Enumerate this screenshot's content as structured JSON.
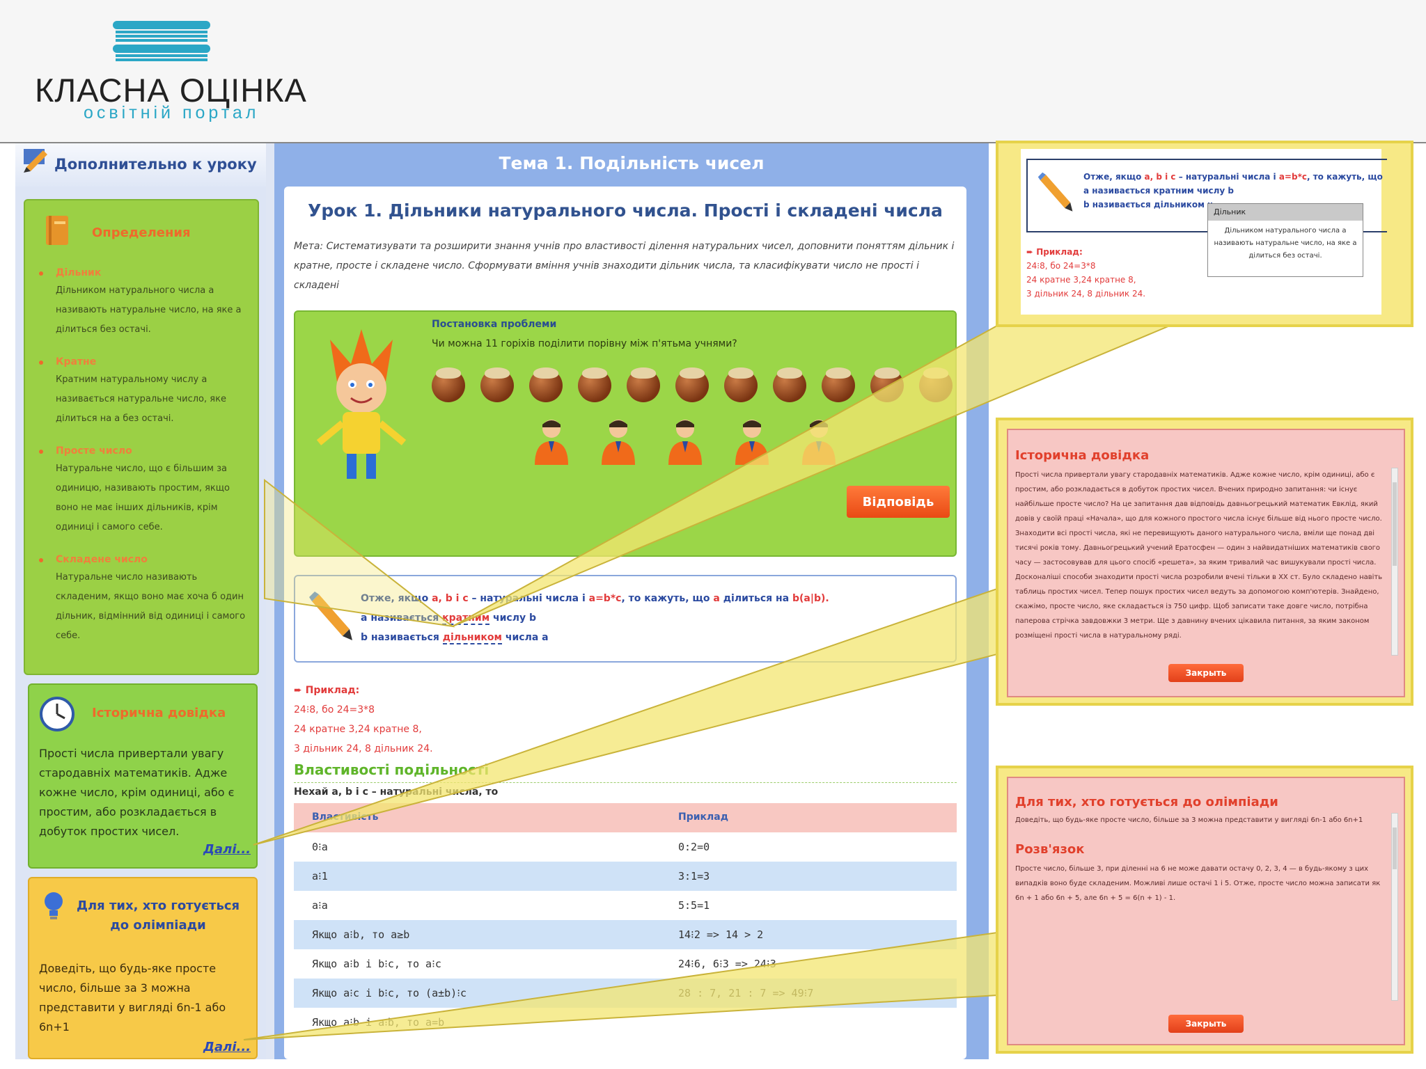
{
  "logo": {
    "title": "КЛАСНА ОЦІНКА",
    "subtitle": "освітній портал"
  },
  "sidebar": {
    "title": "Дополнительно к уроку",
    "definitions": {
      "title": "Определения",
      "items": [
        {
          "term": "Дільник",
          "text": "Дільником натурального числа а називають натуральне число, на яке а ділиться без остачі."
        },
        {
          "term": "Кратне",
          "text": "Кратним натуральному числу а називається натуральне число, яке ділиться на а без остачі."
        },
        {
          "term": "Просте число",
          "text": "Натуральне число, що є більшим за одиницю, називають простим, якщо воно не має інших дільників, крім одиниці і самого себе."
        },
        {
          "term": "Складене число",
          "text": "Натуральне число називають складеним, якщо воно має хоча б один дільник, відмінний від одиниці і самого себе."
        }
      ]
    },
    "history": {
      "title": "Історична довідка",
      "text": "Прості числа привертали увагу стародавніх математиків. Адже кожне число, крім одиниці, або є простим, або розкладається в добуток простих чисел.",
      "more": "Далі..."
    },
    "olympiad": {
      "title": "Для тих, хто готується до олімпіади",
      "text": "Доведіть, що будь-яке просте число, більше за 3 можна представити у вигляді 6n-1 або 6n+1",
      "more": "Далі..."
    }
  },
  "main": {
    "theme": "Тема 1. Подільність чисел",
    "lesson_title": "Урок 1. Дільники натурального числа. Прості і складені числа",
    "goal": "Мета: Систематизувати та розширити знання учнів про властивості ділення натуральних чисел, доповнити поняттям дільник і кратне, просте і складене число. Сформувати вміння учнів знаходити дільник числа, та класифікувати число не прості і складені",
    "problem": {
      "title": "Постановка проблеми",
      "question": "Чи можна 11 горіхів поділити порівну між п'ятьма учнями?",
      "answer_button": "Відповідь",
      "nuts": 11,
      "people": 5
    },
    "rule": {
      "line1_a": "Отже, якщо ",
      "line1_b": "a, b і c",
      "line1_c": " – натуральні числа і ",
      "line1_d": "a=b*c",
      "line1_e": ", то кажуть, що ",
      "line1_f": "a",
      "line1_g": " ділиться на ",
      "line1_h": "b(a|b).",
      "line2_a": "a називається ",
      "line2_b": "кратним",
      "line2_c": " числу b",
      "line3_a": "b називається ",
      "line3_b": "дільником",
      "line3_c": " числа a"
    },
    "example": {
      "head": "Приклад:",
      "lines": [
        "24⁝8, бо 24=3*8",
        "24 кратне 3,24 кратне 8,",
        "3 дільник 24, 8 дільник 24."
      ]
    },
    "properties": {
      "title": "Властивості подільності",
      "intro": "Нехай a, b і c – натуральні числа, то",
      "headers": [
        "Властивість",
        "Приклад"
      ],
      "rows": [
        [
          "0⁝a",
          "0:2=0"
        ],
        [
          "a⁝1",
          "3:1=3"
        ],
        [
          "a⁝a",
          "5:5=1"
        ],
        [
          "Якщо a⁝b, то a≥b",
          "14⁝2 => 14 > 2"
        ],
        [
          "Якщо a⁝b і b⁝c, то a⁝c",
          "24⁝6, 6⁝3 => 24⁝3"
        ],
        [
          "Якщо a⁝c і b⁝c, то (a±b)⁝c",
          "28 : 7, 21 : 7 => 49⁝7"
        ],
        [
          "Якщо a⁝b і a⁝b, то a=b",
          ""
        ]
      ]
    }
  },
  "callouts": {
    "top": {
      "rule_line1_a": "Отже, якщо ",
      "rule_line1_b": "a, b і c",
      "rule_line1_c": " – натуральні числа і ",
      "rule_line1_d": "a=b*c",
      "rule_line1_e": ", то кажуть, що",
      "rule_line2": "a називається кратним числу b",
      "rule_line3": "b називається дільником ч",
      "tooltip_title": "Дільник",
      "tooltip_text": "Дільником натурального числа а називають натуральне число, на яке а ділиться без остачі.",
      "example_head": "Приклад:",
      "example_lines": [
        "24⁝8, бо 24=3*8",
        "24 кратне 3,24 кратне 8,",
        "3 дільник 24, 8 дільник 24."
      ]
    },
    "history": {
      "title": "Історична довідка",
      "text": "Прості числа привертали увагу стародавніх математиків. Адже кожне число, крім одиниці, або є простим, або розкладається в добуток простих чисел. Вчених природно запитання: чи існує найбільше просте число? На це запитання дав відповідь давньогрецький математик Евклід, який довів у своїй праці «Начала», що для кожного простого числа існує більше від нього просте число. Знаходити всі прості числа, які не перевищують даного натурального числа, вміли ще понад дві тисячі років тому. Давньогрецький учений Ератосфен — один з найвидатніших математиків свого часу — застосовував для цього спосіб «решета», за яким тривалий час вишукували прості числа. Досконаліші способи знаходити прості числа розробили вчені тільки в XX ст. Було складено навіть таблиць простих чисел. Тепер пошук простих чисел ведуть за допомогою комп'ютерів. Знайдено, скажімо, просте число, яке складається із 750 цифр. Щоб записати таке довге число, потрібна паперова стрічка завдовжки 3 метри. Ще з давнину вчених цікавила питання, за яким законом розміщені прості числа в натуральному ряді.",
      "close": "Закрыть"
    },
    "olympiad": {
      "title": "Для тих, хто готується до олімпіади",
      "task": "Доведіть, що будь-яке просте число, більше за 3 можна представити у вигляді 6n-1 або 6n+1",
      "solution_title": "Розв'язок",
      "solution": "Просте число, більше 3, при діленні на 6 не може давати остачу 0, 2, 3, 4 — в будь-якому з цих випадків воно буде складеним. Можливі лише остачі 1 і 5. Отже, просте число можна записати як 6n + 1 або 6n + 5, але 6n + 5 = 6(n + 1) - 1.",
      "close": "Закрыть"
    }
  },
  "colors": {
    "accent_orange": "#ee6a2b",
    "link_blue": "#2a48b8",
    "callout_yellow": "#f7e986",
    "popup_pink": "#f7c7c4"
  }
}
